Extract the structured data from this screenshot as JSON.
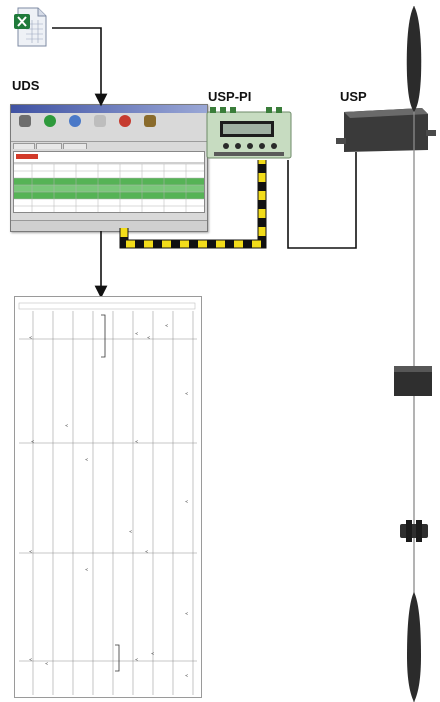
{
  "labels": {
    "uds": "UDS",
    "usp_pi": "USP-PI",
    "usp": "USP"
  },
  "icons": {
    "excel": "excel-file-icon"
  },
  "colors": {
    "cable_yellow": "#f2dc1a",
    "cable_black": "#111111",
    "pcb_green": "#c7dcc1",
    "grid_green": "#4aa84a",
    "housing": "#3c3c3c"
  }
}
